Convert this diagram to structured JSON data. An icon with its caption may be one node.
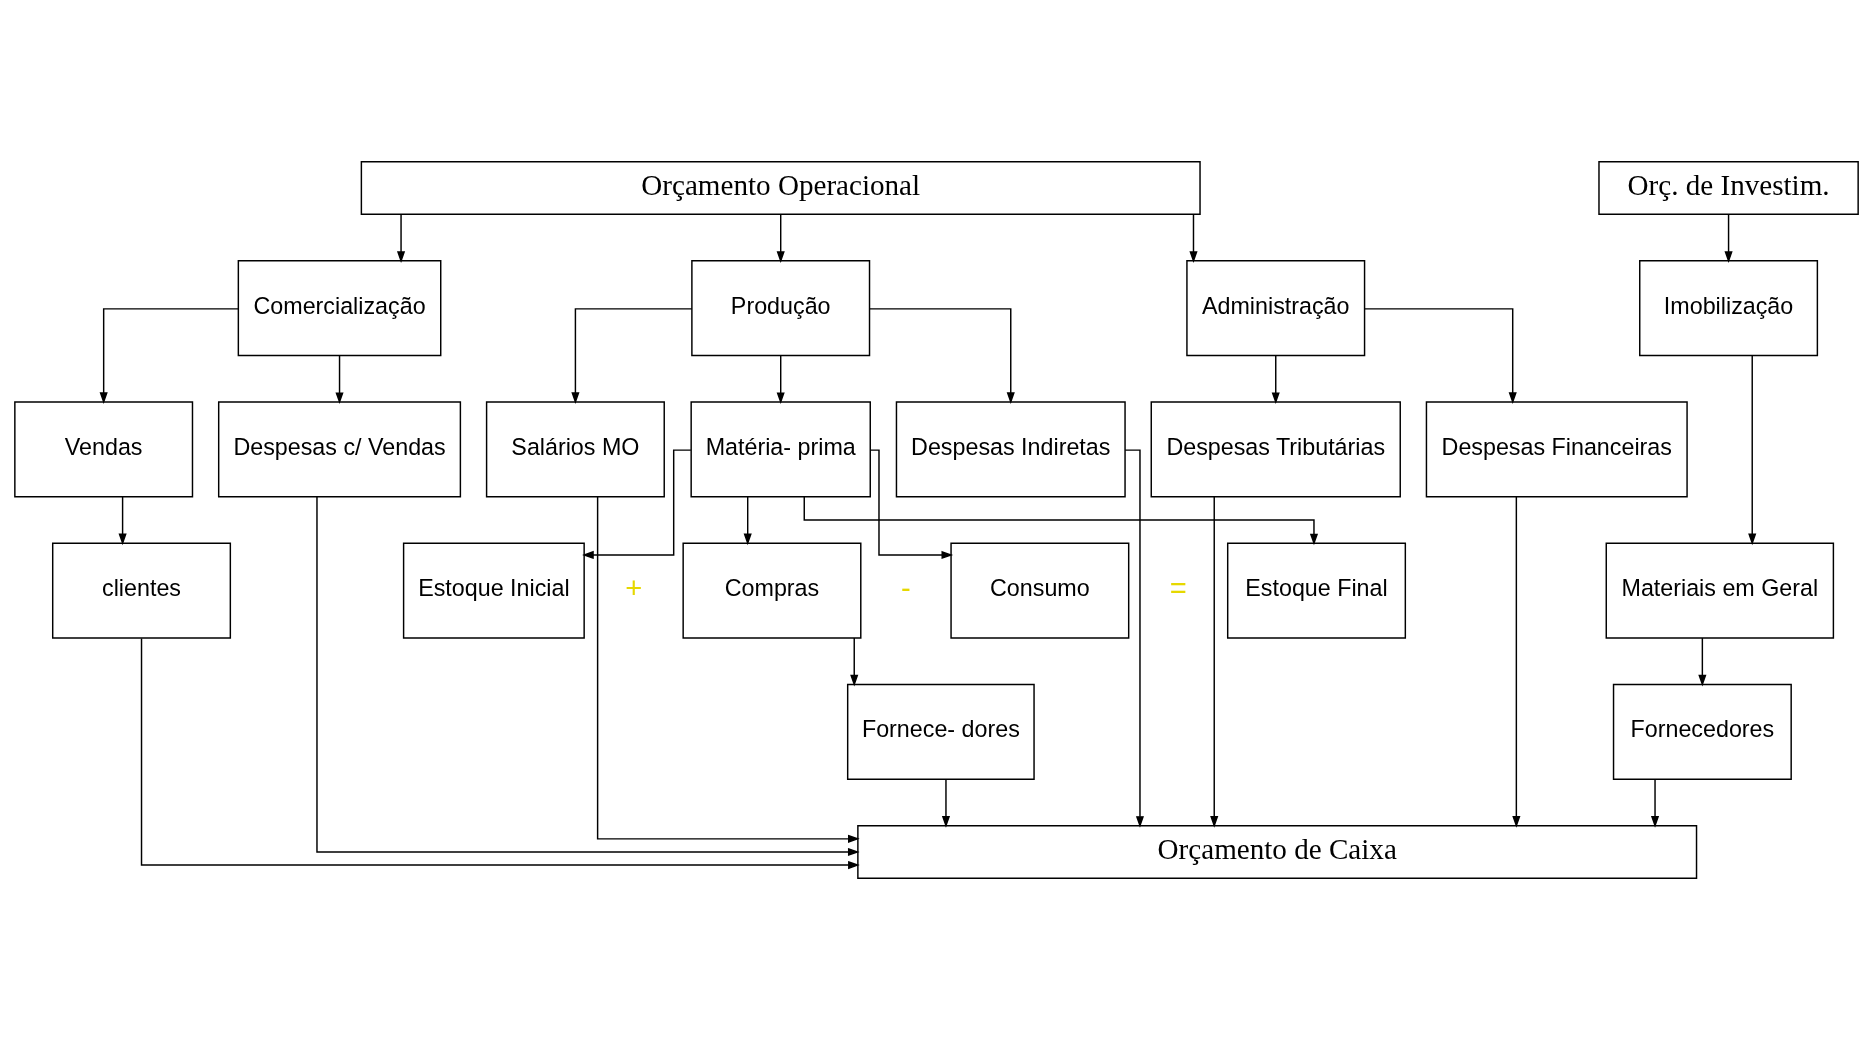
{
  "diagram": {
    "nodes": [
      {
        "text": [
          "Orçamento Operacional"
        ]
      },
      {
        "text": [
          "Orç. de Investim."
        ]
      },
      {
        "text": [
          "Comercialização"
        ]
      },
      {
        "text": [
          "Produção"
        ]
      },
      {
        "text": [
          "Administração"
        ]
      },
      {
        "text": [
          "Imobilização"
        ]
      },
      {
        "text": [
          "Vendas"
        ]
      },
      {
        "text": [
          "Despesas c/ Vendas"
        ]
      },
      {
        "text": [
          "Salários MO"
        ]
      },
      {
        "text": [
          "Matéria- prima"
        ]
      },
      {
        "text": [
          "Despesas Indiretas"
        ]
      },
      {
        "text": [
          "Despesas Tributárias"
        ]
      },
      {
        "text": [
          "Despesas Financeiras"
        ]
      },
      {
        "text": [
          "Materiais em Geral"
        ]
      },
      {
        "text": [
          "clientes"
        ]
      },
      {
        "text": [
          "Fornecedores"
        ]
      },
      {
        "text": [
          "Estoque Inicial"
        ]
      },
      {
        "text": [
          "Compras"
        ]
      },
      {
        "text": [
          "Consumo"
        ]
      },
      {
        "text": [
          "Estoque Final"
        ]
      },
      {
        "text": [
          "Fornece- dores"
        ]
      },
      {
        "text": [
          "Orçamento de Caixa"
        ]
      }
    ],
    "edges": [
      {
        "from": 0,
        "to": 2,
        "arrow": "to"
      },
      {
        "from": 0,
        "to": 3,
        "arrow": "to"
      },
      {
        "from": 0,
        "to": 4,
        "arrow": "to"
      },
      {
        "from": 1,
        "to": 5,
        "arrow": "to"
      },
      {
        "from": 2,
        "to": 6,
        "arrow": "to"
      },
      {
        "from": 2,
        "to": 7,
        "arrow": "to"
      },
      {
        "from": 3,
        "to": 8,
        "arrow": "to"
      },
      {
        "from": 3,
        "to": 9,
        "arrow": "to"
      },
      {
        "from": 3,
        "to": 10,
        "arrow": "to"
      },
      {
        "from": 4,
        "to": 11,
        "arrow": "to"
      },
      {
        "from": 4,
        "to": 12,
        "arrow": "to"
      },
      {
        "from": 5,
        "to": 13,
        "arrow": "to"
      },
      {
        "from": 13,
        "to": 15,
        "arrow": "to"
      },
      {
        "from": 6,
        "to": 14,
        "arrow": "to"
      },
      {
        "from": 9,
        "to": 16,
        "arrow": "to"
      },
      {
        "from": 9,
        "to": 17,
        "arrow": "to"
      },
      {
        "from": 9,
        "to": 18,
        "arrow": "to"
      },
      {
        "from": 9,
        "to": 19,
        "arrow": "to"
      },
      {
        "from": 17,
        "to": 20,
        "arrow": "to"
      },
      {
        "from": 14,
        "to": 21,
        "arrow": "to"
      },
      {
        "from": 7,
        "to": 21,
        "arrow": "to"
      },
      {
        "from": 8,
        "to": 21,
        "arrow": "to"
      },
      {
        "from": 20,
        "to": 21,
        "arrow": "to"
      },
      {
        "from": 10,
        "to": 21,
        "arrow": "to"
      },
      {
        "from": 11,
        "to": 21,
        "arrow": "to"
      },
      {
        "from": 12,
        "to": 21,
        "arrow": "to"
      },
      {
        "from": 15,
        "to": 21,
        "arrow": "to"
      }
    ],
    "labels": [
      "+",
      "-",
      "="
    ]
  }
}
